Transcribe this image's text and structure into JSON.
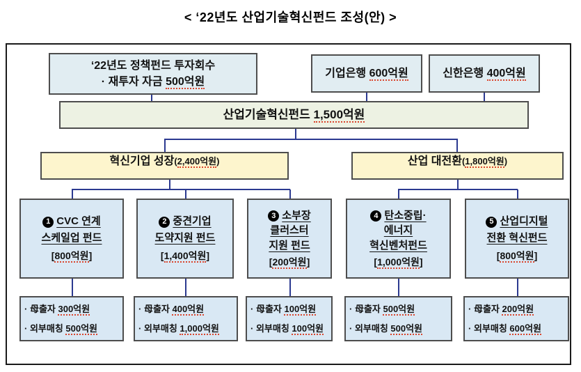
{
  "title": "< ‘22년도 산업기술혁신펀드 조성(안) >",
  "sources": [
    {
      "line1": "‘22년도 정책펀드 투자회수",
      "line2": "· 재투자 자금 500억원"
    },
    {
      "line1": "기업은행 600억원"
    },
    {
      "line1": "신한은행 400억원"
    }
  ],
  "total": {
    "label": "산업기술혁신펀드 1,500억원"
  },
  "branches": [
    {
      "name": "혁신기업 성장",
      "amount": "(2,400억원)"
    },
    {
      "name": "산업 대전환",
      "amount": "(1,800억원)"
    }
  ],
  "funds": [
    {
      "no": "1",
      "line1": "CVC 연계",
      "line2": "스케일업 펀드",
      "amount": "[800억원]",
      "detail1": "· 母출자 300억원",
      "detail2": "· 외부매칭 500억원"
    },
    {
      "no": "2",
      "line1": "중견기업",
      "line2": "도약지원 펀드",
      "amount": "[1,400억원]",
      "detail1": "· 母출자 400억원",
      "detail2": "· 외부매칭 1,000억원"
    },
    {
      "no": "3",
      "line1": "소부장",
      "line2": "클러스터",
      "line3": "지원 펀드",
      "amount": "[200억원]",
      "detail1": "· 母출자 100억원",
      "detail2": "· 외부매칭 100억원"
    },
    {
      "no": "4",
      "line1": "탄소중립·",
      "line2": "에너지",
      "line3": "혁신벤처펀드",
      "amount": "[1,000억원]",
      "detail1": "· 母출자 500억원",
      "detail2": "· 외부매칭 500억원"
    },
    {
      "no": "5",
      "line1": "산업디지털",
      "line2": "전환 혁신펀드",
      "amount": "[800억원]",
      "detail1": "· 母출자 200억원",
      "detail2": "· 외부매칭 600억원"
    }
  ],
  "colors": {
    "source_box_bg": "#e1edf2",
    "total_bar_bg": "#edf2e3",
    "branch_box_bg": "#fdf5cd",
    "fund_box_bg": "#d9e8f4",
    "box_border": "#4d4d4d",
    "frame_border": "#1a1a1a",
    "connector": "#2b3990",
    "spellcheck_underline": "#d9442c",
    "text": "#111111"
  }
}
